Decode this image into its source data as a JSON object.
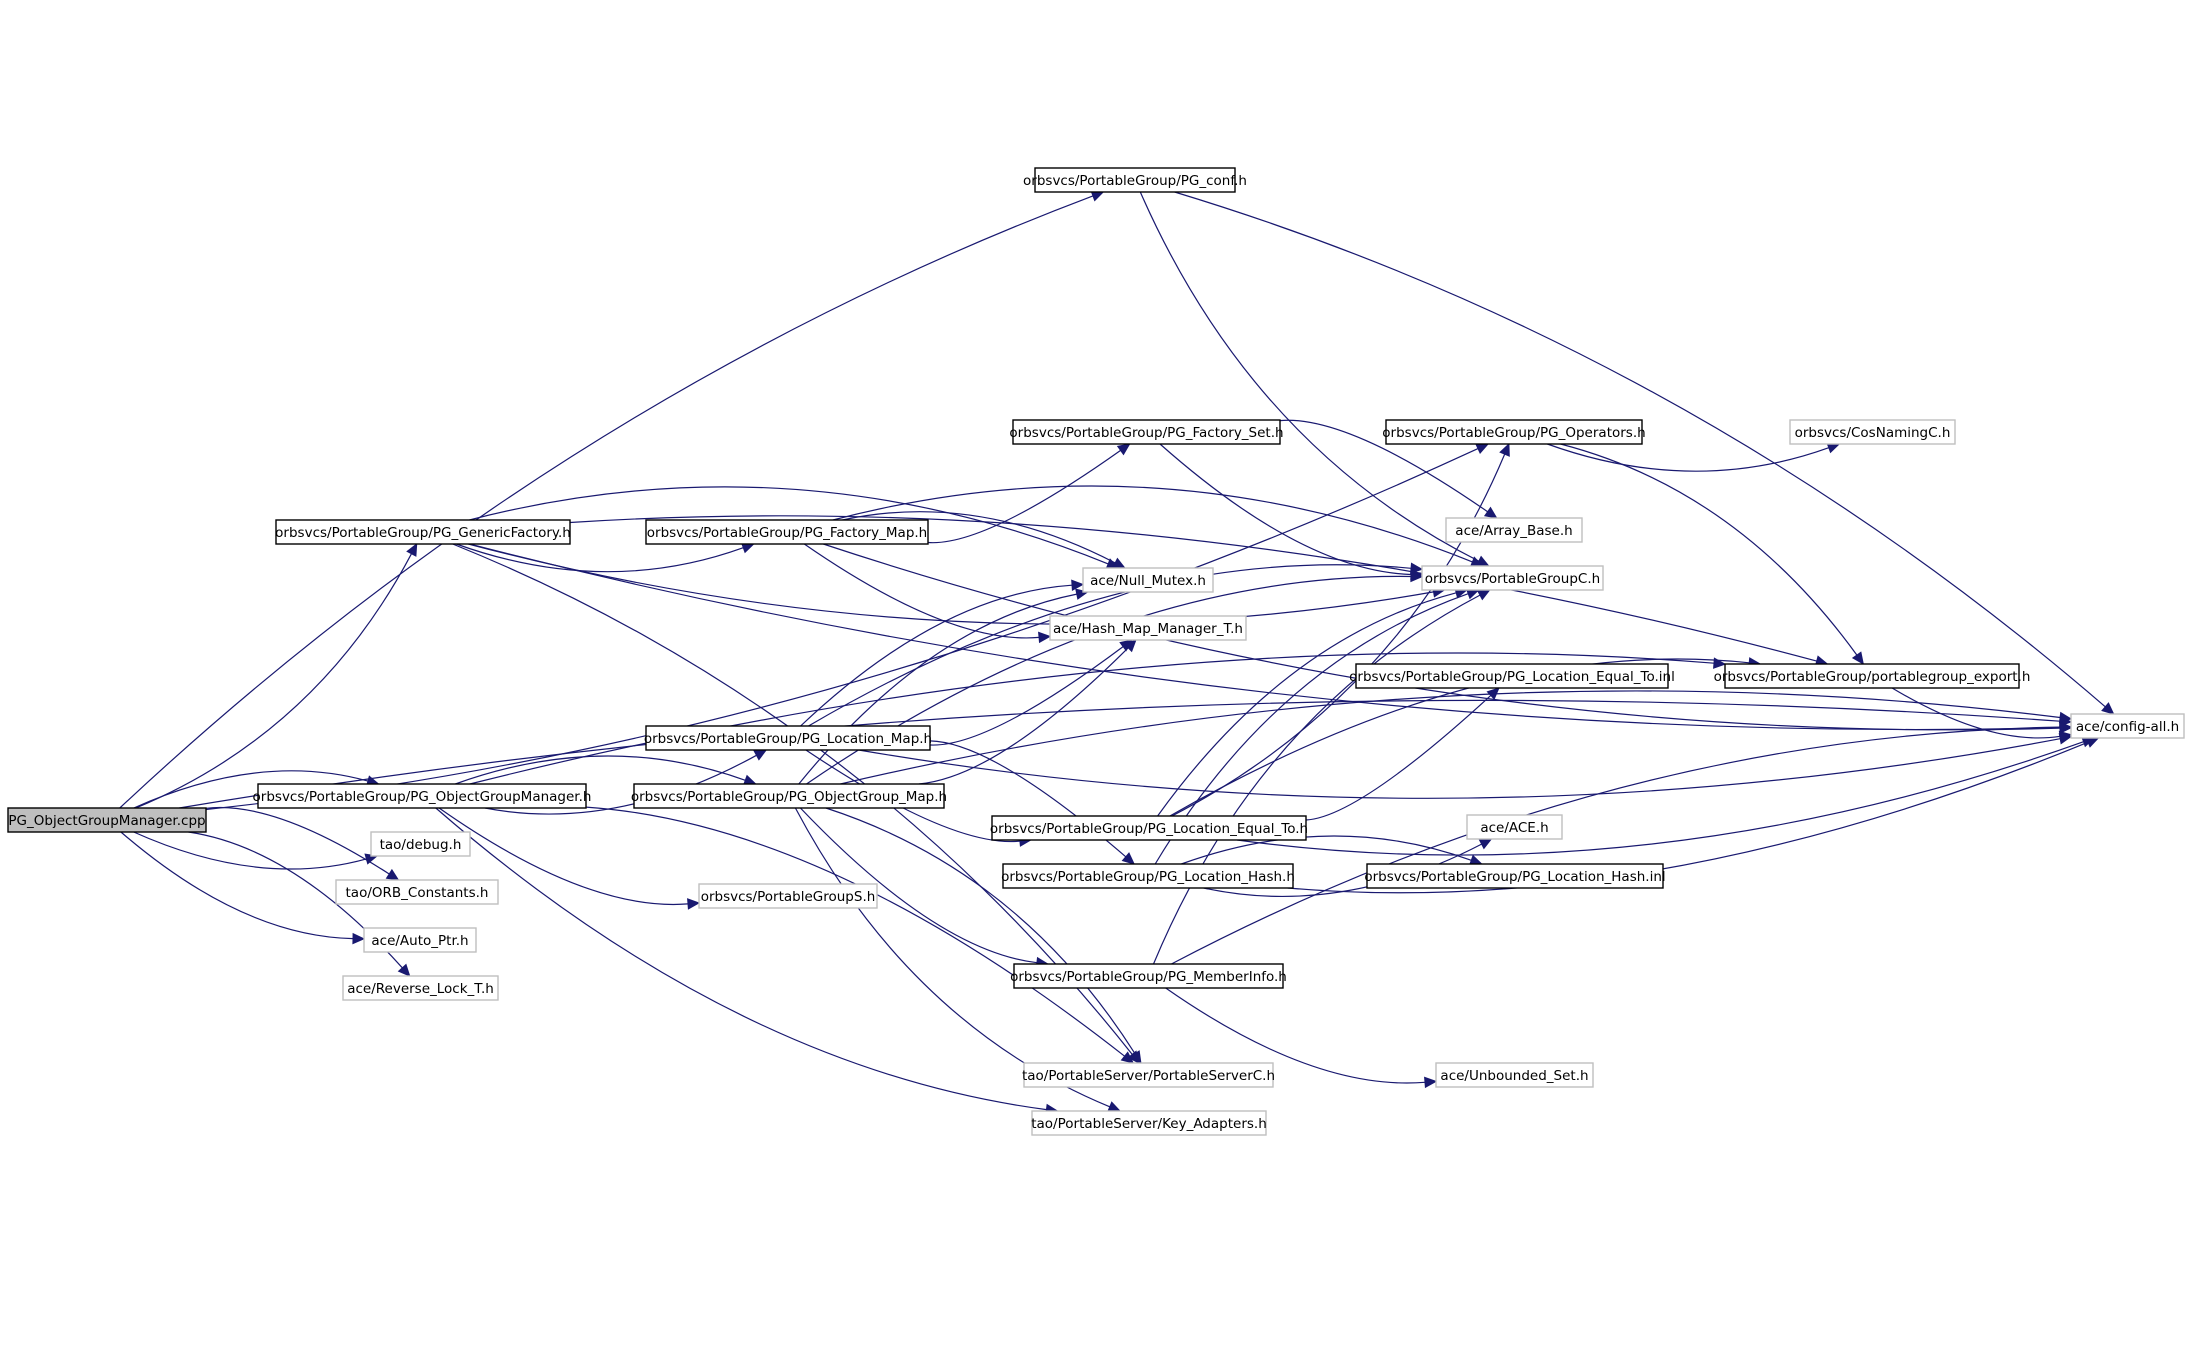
{
  "colors": {
    "edge": "#191970",
    "root_fill": "#bfbfbf",
    "linked_border": "#000000",
    "external_border": "#bfbfbf",
    "node_fill": "#ffffff"
  },
  "nodes": [
    {
      "id": "root",
      "label": "PG_ObjectGroupManager.cpp",
      "kind": "root"
    },
    {
      "id": "pg_conf",
      "label": "orbsvcs/PortableGroup/PG_conf.h",
      "kind": "linked"
    },
    {
      "id": "generic_factory",
      "label": "orbsvcs/PortableGroup/PG_GenericFactory.h",
      "kind": "linked"
    },
    {
      "id": "ogm_h",
      "label": "orbsvcs/PortableGroup/PG_ObjectGroupManager.h",
      "kind": "linked"
    },
    {
      "id": "tao_debug",
      "label": "tao/debug.h",
      "kind": "external"
    },
    {
      "id": "orb_constants",
      "label": "tao/ORB_Constants.h",
      "kind": "external"
    },
    {
      "id": "auto_ptr",
      "label": "ace/Auto_Ptr.h",
      "kind": "external"
    },
    {
      "id": "reverse_lock",
      "label": "ace/Reverse_Lock_T.h",
      "kind": "external"
    },
    {
      "id": "factory_map",
      "label": "orbsvcs/PortableGroup/PG_Factory_Map.h",
      "kind": "linked"
    },
    {
      "id": "factory_set",
      "label": "orbsvcs/PortableGroup/PG_Factory_Set.h",
      "kind": "linked"
    },
    {
      "id": "location_map",
      "label": "orbsvcs/PortableGroup/PG_Location_Map.h",
      "kind": "linked"
    },
    {
      "id": "objectgroup_map",
      "label": "orbsvcs/PortableGroup/PG_ObjectGroup_Map.h",
      "kind": "linked"
    },
    {
      "id": "portable_group_s",
      "label": "orbsvcs/PortableGroupS.h",
      "kind": "external"
    },
    {
      "id": "null_mutex",
      "label": "ace/Null_Mutex.h",
      "kind": "external"
    },
    {
      "id": "hash_map",
      "label": "ace/Hash_Map_Manager_T.h",
      "kind": "external"
    },
    {
      "id": "loc_equal_to",
      "label": "orbsvcs/PortableGroup/PG_Location_Equal_To.h",
      "kind": "linked"
    },
    {
      "id": "loc_hash",
      "label": "orbsvcs/PortableGroup/PG_Location_Hash.h",
      "kind": "linked"
    },
    {
      "id": "member_info",
      "label": "orbsvcs/PortableGroup/PG_MemberInfo.h",
      "kind": "linked"
    },
    {
      "id": "ps_server_c",
      "label": "tao/PortableServer/PortableServerC.h",
      "kind": "external"
    },
    {
      "id": "key_adapters",
      "label": "tao/PortableServer/Key_Adapters.h",
      "kind": "external"
    },
    {
      "id": "operators",
      "label": "orbsvcs/PortableGroup/PG_Operators.h",
      "kind": "linked"
    },
    {
      "id": "array_base",
      "label": "ace/Array_Base.h",
      "kind": "external"
    },
    {
      "id": "portable_group_c",
      "label": "orbsvcs/PortableGroupC.h",
      "kind": "external"
    },
    {
      "id": "loc_equal_to_inl",
      "label": "orbsvcs/PortableGroup/PG_Location_Equal_To.inl",
      "kind": "linked"
    },
    {
      "id": "ace_h",
      "label": "ace/ACE.h",
      "kind": "external"
    },
    {
      "id": "loc_hash_inl",
      "label": "orbsvcs/PortableGroup/PG_Location_Hash.inl",
      "kind": "linked"
    },
    {
      "id": "unbounded_set",
      "label": "ace/Unbounded_Set.h",
      "kind": "external"
    },
    {
      "id": "cos_naming",
      "label": "orbsvcs/CosNamingC.h",
      "kind": "external"
    },
    {
      "id": "pg_export",
      "label": "orbsvcs/PortableGroup/portablegroup_export.h",
      "kind": "linked"
    },
    {
      "id": "config_all",
      "label": "ace/config-all.h",
      "kind": "external"
    }
  ],
  "edges": [
    {
      "from": "root",
      "to": "pg_conf"
    },
    {
      "from": "root",
      "to": "generic_factory"
    },
    {
      "from": "root",
      "to": "ogm_h"
    },
    {
      "from": "root",
      "to": "tao_debug"
    },
    {
      "from": "root",
      "to": "orb_constants"
    },
    {
      "from": "root",
      "to": "auto_ptr"
    },
    {
      "from": "root",
      "to": "reverse_lock"
    },
    {
      "from": "root",
      "to": "operators"
    },
    {
      "from": "root",
      "to": "config_all"
    },
    {
      "from": "pg_conf",
      "to": "portable_group_c"
    },
    {
      "from": "pg_conf",
      "to": "config_all"
    },
    {
      "from": "generic_factory",
      "to": "factory_map"
    },
    {
      "from": "generic_factory",
      "to": "null_mutex"
    },
    {
      "from": "generic_factory",
      "to": "portable_group_c"
    },
    {
      "from": "generic_factory",
      "to": "pg_export"
    },
    {
      "from": "generic_factory",
      "to": "config_all"
    },
    {
      "from": "generic_factory",
      "to": "ps_server_c"
    },
    {
      "from": "ogm_h",
      "to": "location_map"
    },
    {
      "from": "ogm_h",
      "to": "objectgroup_map"
    },
    {
      "from": "ogm_h",
      "to": "portable_group_s"
    },
    {
      "from": "ogm_h",
      "to": "ps_server_c"
    },
    {
      "from": "ogm_h",
      "to": "key_adapters"
    },
    {
      "from": "ogm_h",
      "to": "pg_export"
    },
    {
      "from": "factory_map",
      "to": "factory_set"
    },
    {
      "from": "factory_map",
      "to": "null_mutex"
    },
    {
      "from": "factory_map",
      "to": "hash_map"
    },
    {
      "from": "factory_map",
      "to": "portable_group_c"
    },
    {
      "from": "factory_map",
      "to": "config_all"
    },
    {
      "from": "factory_set",
      "to": "array_base"
    },
    {
      "from": "factory_set",
      "to": "portable_group_c"
    },
    {
      "from": "location_map",
      "to": "null_mutex"
    },
    {
      "from": "location_map",
      "to": "hash_map"
    },
    {
      "from": "location_map",
      "to": "portable_group_c"
    },
    {
      "from": "location_map",
      "to": "loc_equal_to"
    },
    {
      "from": "location_map",
      "to": "loc_hash"
    },
    {
      "from": "location_map",
      "to": "config_all"
    },
    {
      "from": "objectgroup_map",
      "to": "null_mutex"
    },
    {
      "from": "objectgroup_map",
      "to": "hash_map"
    },
    {
      "from": "objectgroup_map",
      "to": "portable_group_c"
    },
    {
      "from": "objectgroup_map",
      "to": "member_info"
    },
    {
      "from": "objectgroup_map",
      "to": "ps_server_c"
    },
    {
      "from": "objectgroup_map",
      "to": "key_adapters"
    },
    {
      "from": "objectgroup_map",
      "to": "config_all"
    },
    {
      "from": "loc_equal_to",
      "to": "operators"
    },
    {
      "from": "loc_equal_to",
      "to": "portable_group_c"
    },
    {
      "from": "loc_equal_to",
      "to": "loc_equal_to_inl"
    },
    {
      "from": "loc_equal_to",
      "to": "pg_export"
    },
    {
      "from": "loc_equal_to",
      "to": "config_all"
    },
    {
      "from": "loc_hash",
      "to": "portable_group_c"
    },
    {
      "from": "loc_hash",
      "to": "ace_h"
    },
    {
      "from": "loc_hash",
      "to": "loc_hash_inl"
    },
    {
      "from": "loc_hash",
      "to": "config_all"
    },
    {
      "from": "member_info",
      "to": "portable_group_c"
    },
    {
      "from": "member_info",
      "to": "unbounded_set"
    },
    {
      "from": "member_info",
      "to": "config_all"
    },
    {
      "from": "operators",
      "to": "cos_naming"
    },
    {
      "from": "operators",
      "to": "pg_export"
    },
    {
      "from": "pg_export",
      "to": "config_all"
    }
  ]
}
